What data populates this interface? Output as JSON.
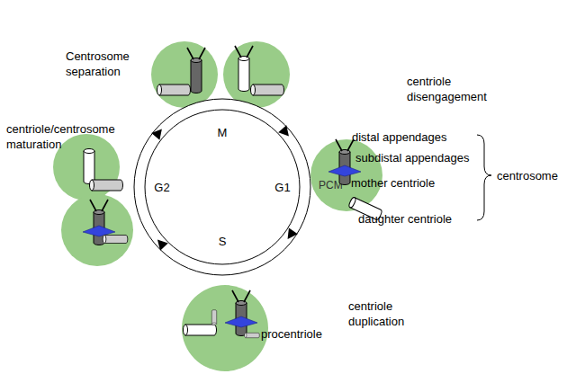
{
  "diagram": {
    "nodes": [
      {
        "text": [
          "M",
          "G2",
          "G1",
          "S"
        ]
      },
      {
        "text": [
          "PCM"
        ]
      }
    ],
    "labels": [
      "Centrosome separation",
      "centriole disengagement",
      "centriole/centrosome maturation",
      "distal appendages",
      "subdistal appendages",
      "mother centriole",
      "centrosome",
      "daughter centriole",
      "centriole duplication",
      "procentriole"
    ]
  }
}
